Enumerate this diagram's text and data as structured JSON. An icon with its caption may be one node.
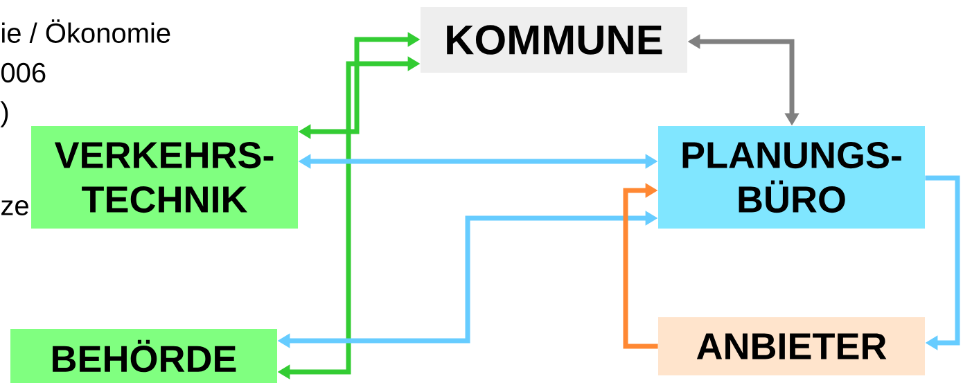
{
  "diagram": {
    "nodes": [
      {
        "text": [
          "KOMMUNE"
        ]
      },
      {
        "text": [
          "VERKEHRS- TECHNIK"
        ]
      },
      {
        "text": [
          "PLANUNGS- BÜRO"
        ]
      },
      {
        "text": [
          "BEHÖRDE"
        ]
      },
      {
        "text": [
          "ANBIETER"
        ]
      }
    ],
    "edges": [
      {
        "from": 1,
        "to": 0,
        "arrow": "both",
        "color": "#33cc33"
      },
      {
        "from": 3,
        "to": 0,
        "arrow": "both",
        "color": "#33cc33"
      },
      {
        "from": 1,
        "to": 2,
        "arrow": "both"
      },
      {
        "from": 3,
        "to": 2,
        "arrow": "both"
      },
      {
        "from": 0,
        "to": 2,
        "arrow": "both",
        "color": "#808080"
      },
      {
        "from": 2,
        "to": 4,
        "arrow": "to"
      },
      {
        "from": 4,
        "to": 2,
        "arrow": "to",
        "color": "#ff8833"
      }
    ],
    "labels": [
      "ie / Ökonomie",
      "006",
      ")",
      "ze"
    ]
  }
}
